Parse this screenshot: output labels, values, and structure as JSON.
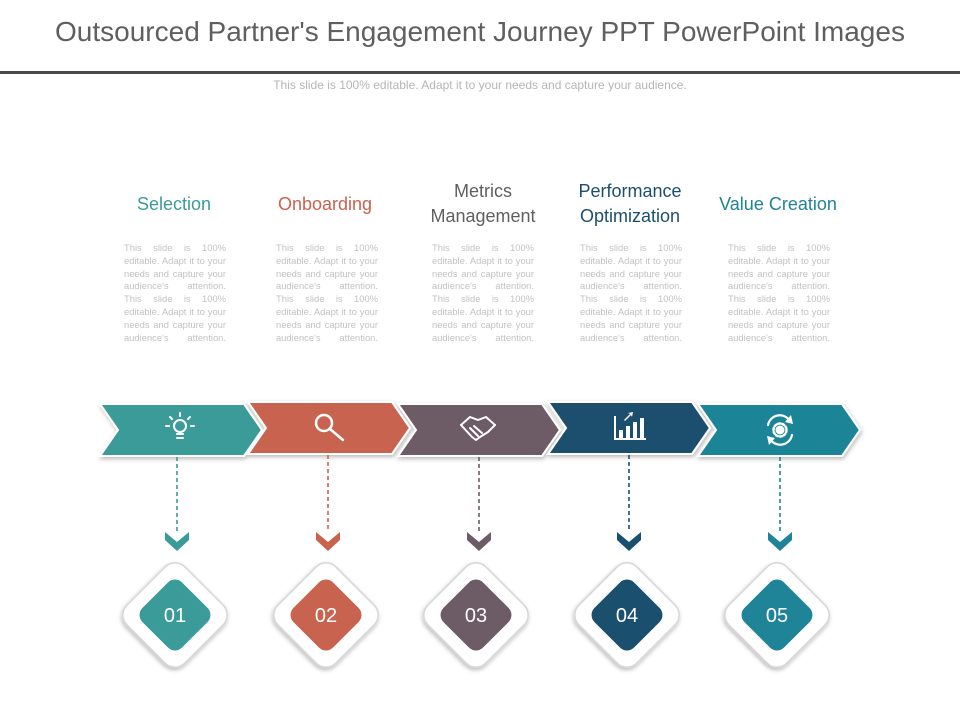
{
  "slide": {
    "title": "Outsourced Partner's Engagement Journey PPT PowerPoint Images",
    "subtitle": "This slide is 100% editable. Adapt it to your needs and capture your audience."
  },
  "steps": [
    {
      "heading": "Selection",
      "number": "01",
      "color": "#3a9b99",
      "icon": "lightbulb-icon",
      "description": "This slide is 100% editable. Adapt it to your needs and capture your audience's attention. This slide is 100% editable. Adapt it to your needs and capture your audience's attention."
    },
    {
      "heading": "Onboarding",
      "number": "02",
      "color": "#c8634f",
      "icon": "magnifier-icon",
      "description": "This slide is 100% editable. Adapt it to your needs and capture your audience's attention. This slide is 100% editable. Adapt it to your needs and capture your audience's attention."
    },
    {
      "heading": "Metrics Management",
      "number": "03",
      "color": "#6d5b66",
      "icon": "handshake-icon",
      "description": "This slide is 100% editable. Adapt it to your needs and capture your audience's attention. This slide is 100% editable. Adapt it to your needs and capture your audience's attention."
    },
    {
      "heading": "Performance Optimization",
      "number": "04",
      "color": "#1b4f6e",
      "icon": "bar-chart-icon",
      "description": "This slide is 100% editable. Adapt it to your needs and capture your audience's attention. This slide is 100% editable. Adapt it to your needs and capture your audience's attention."
    },
    {
      "heading": "Value Creation",
      "number": "05",
      "color": "#1f8497",
      "icon": "gear-cycle-icon",
      "description": "This slide is 100% editable. Adapt it to your needs and capture your audience's attention. This slide is 100% editable. Adapt it to your needs and capture your audience's attention."
    }
  ]
}
